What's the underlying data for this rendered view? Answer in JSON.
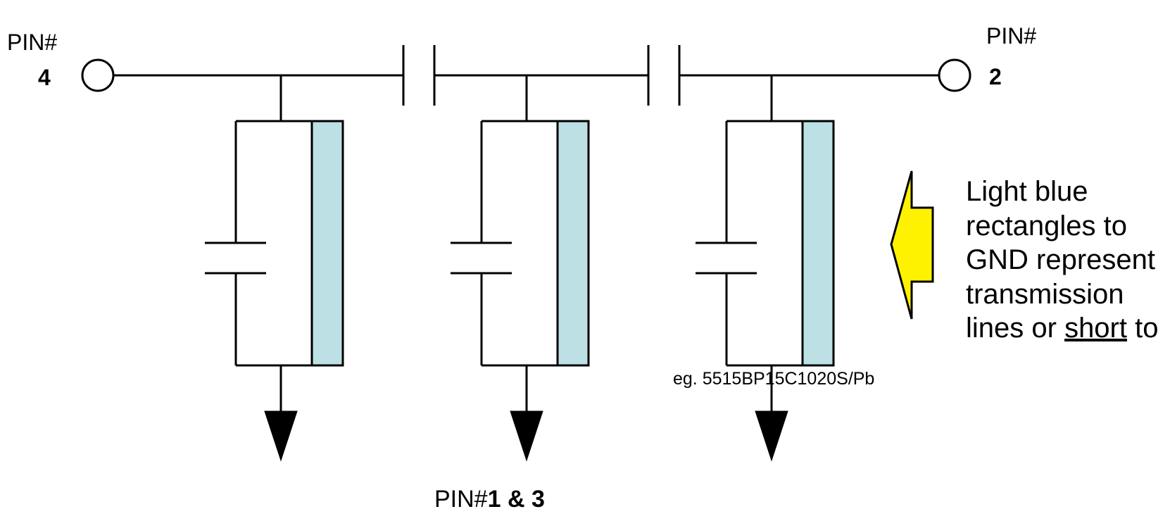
{
  "diagram": {
    "title": "Pi-network capacitor filter with transmission-line stubs to ground",
    "pins": {
      "left": {
        "label": "PIN#",
        "number": "4"
      },
      "right": {
        "label": "PIN#",
        "number": "2"
      },
      "ground": {
        "label": "PIN#",
        "number": "1 & 3"
      }
    },
    "series_capacitors": [
      {
        "name": "series-capacitor-1"
      },
      {
        "name": "series-capacitor-2"
      }
    ],
    "shunt_branches": [
      {
        "name": "shunt-branch-1",
        "stub_color": "#bce0e3"
      },
      {
        "name": "shunt-branch-2",
        "stub_color": "#bce0e3"
      },
      {
        "name": "shunt-branch-3",
        "stub_color": "#bce0e3"
      }
    ],
    "part_example": "eg. 5515BP15C1020S/Pb",
    "note": {
      "lines": [
        "Light blue",
        "rectangles to",
        "GND represent",
        "transmission"
      ],
      "last_line_prefix": "lines or ",
      "last_line_underlined": "short",
      "last_line_suffix": " to"
    },
    "colors": {
      "wire": "#000000",
      "stub": "#bce0e3",
      "arrow_fill": "#fff200",
      "background": "#ffffff"
    }
  }
}
